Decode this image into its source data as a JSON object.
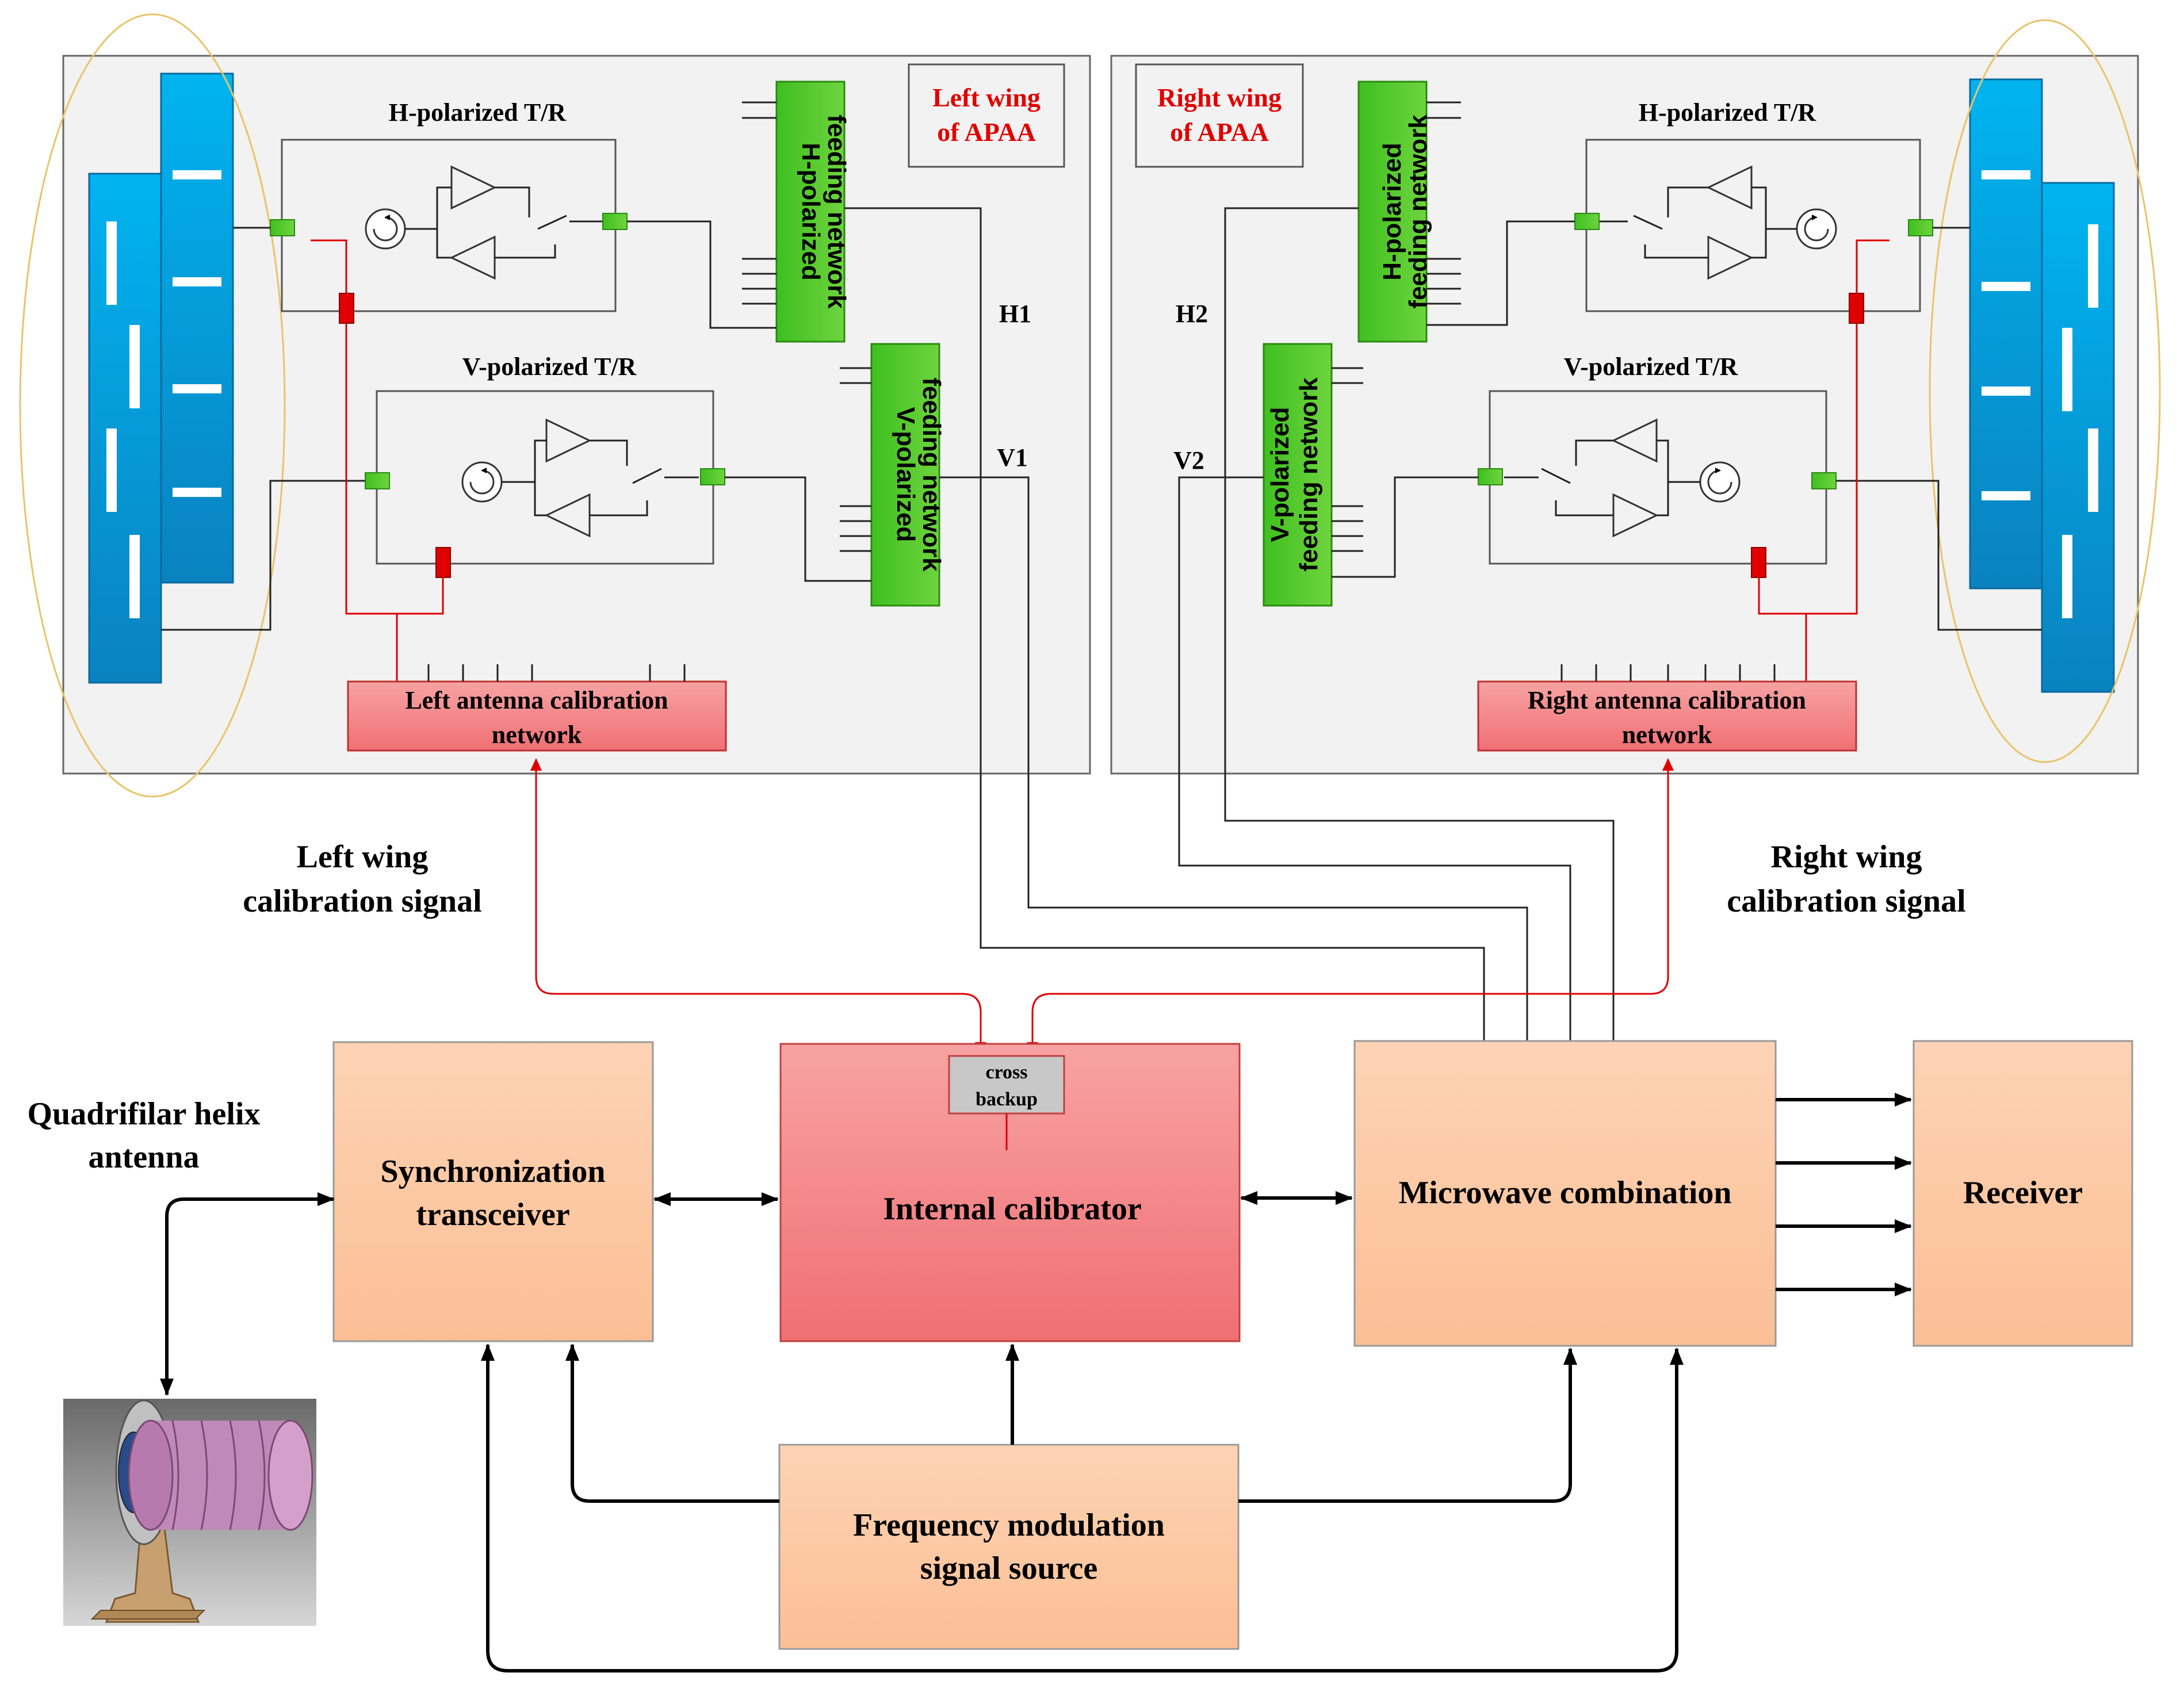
{
  "left_wing": {
    "title_line1": "Left wing",
    "title_line2": "of APAA",
    "h_tr_label": "H-polarized T/R",
    "v_tr_label": "V-polarized T/R",
    "h_feed_line1": "H-polarized",
    "h_feed_line2": "feeding network",
    "v_feed_line1": "V-polarized",
    "v_feed_line2": "feeding network",
    "cal_net_line1": "Left antenna calibration",
    "cal_net_line2": "network"
  },
  "right_wing": {
    "title_line1": "Right wing",
    "title_line2": "of APAA",
    "h_tr_label": "H-polarized T/R",
    "v_tr_label": "V-polarized T/R",
    "h_feed_line1": "H-polarized",
    "h_feed_line2": "feeding network",
    "v_feed_line1": "V-polarized",
    "v_feed_line2": "feeding network",
    "cal_net_line1": "Right antenna calibration",
    "cal_net_line2": "network"
  },
  "signals": {
    "h1": "H1",
    "v1": "V1",
    "h2": "H2",
    "v2": "V2",
    "left_cal_line1": "Left wing",
    "left_cal_line2": "calibration signal",
    "right_cal_line1": "Right wing",
    "right_cal_line2": "calibration signal"
  },
  "blocks": {
    "antenna_line1": "Quadrifilar helix",
    "antenna_line2": "antenna",
    "sync_line1": "Synchronization",
    "sync_line2": "transceiver",
    "internal_cal": "Internal calibrator",
    "cross_line1": "cross",
    "cross_line2": "backup",
    "microwave": "Microwave combination",
    "receiver": "Receiver",
    "fm_line1": "Frequency modulation",
    "fm_line2": "signal source"
  },
  "colors": {
    "antenna_blue": "#0a9ad8",
    "feed_green": "#5cc82e",
    "cal_red": "#f47f7f",
    "block_orange": "#fcc9a4",
    "title_red": "#e00000",
    "wing_ellipse": "#e8c46a"
  }
}
